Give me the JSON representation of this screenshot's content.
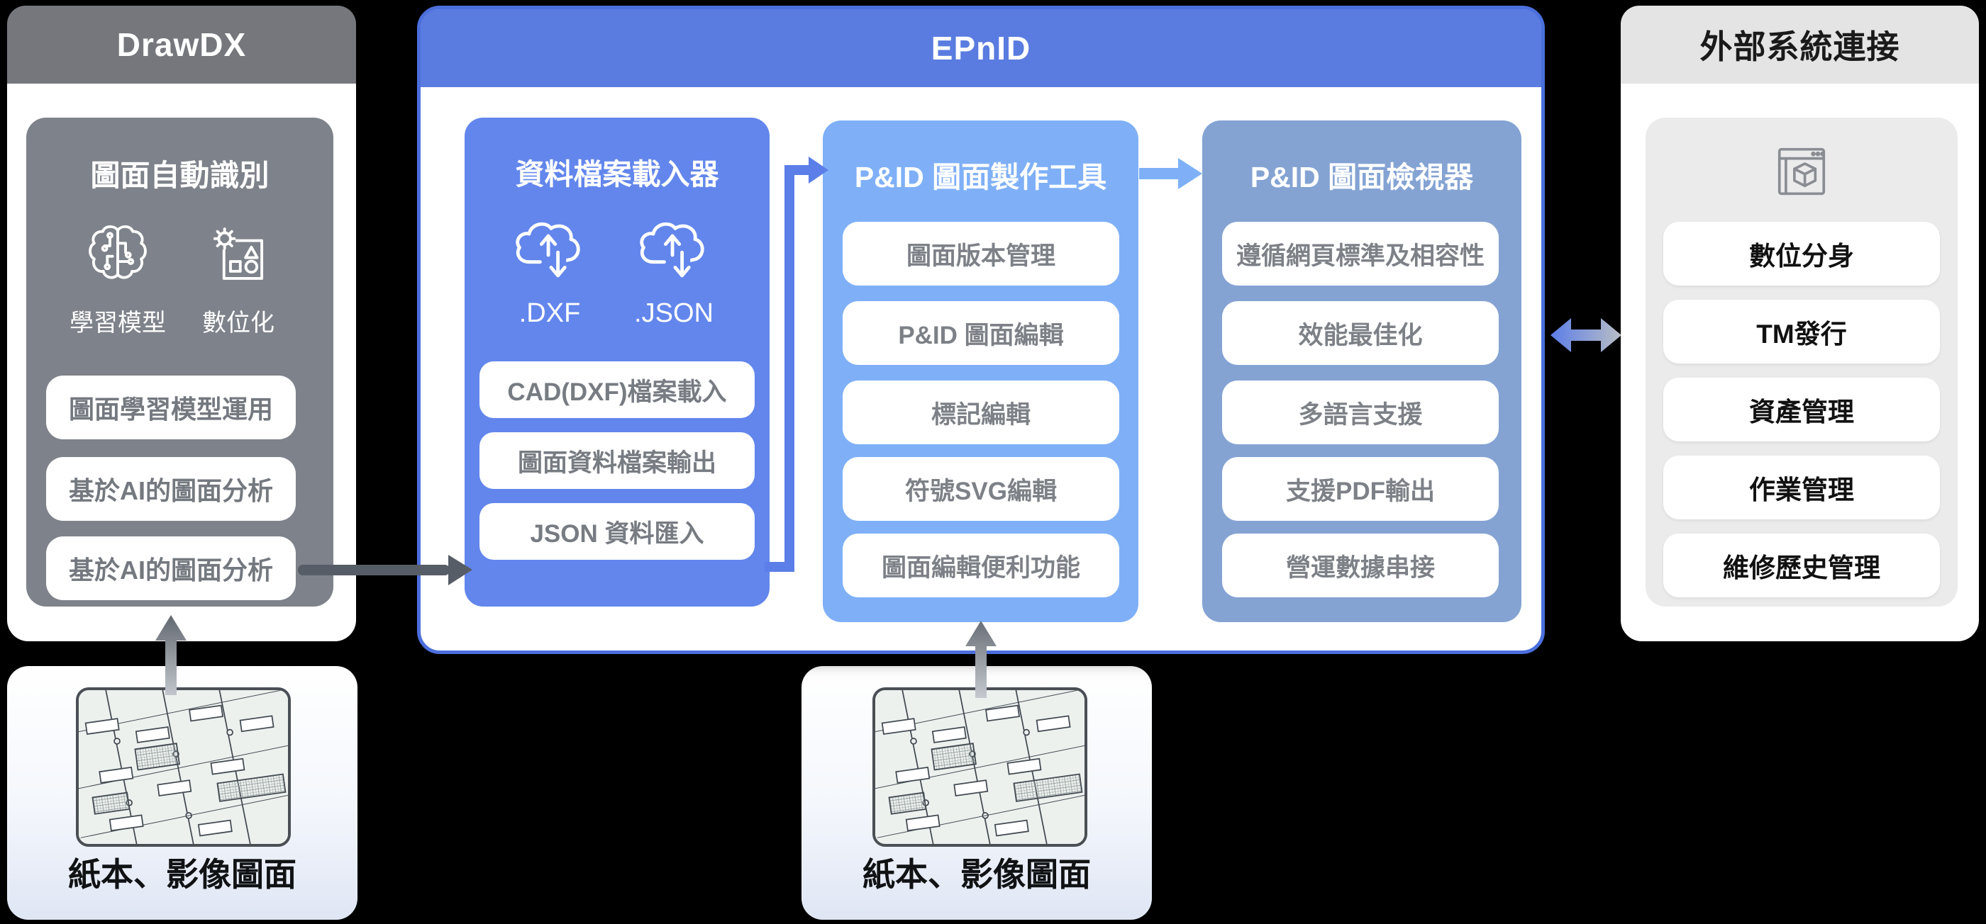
{
  "diagram": {
    "drawdx": {
      "title": "DrawDX",
      "module": {
        "title": "圖面自動識別",
        "icon_labels": [
          "學習模型",
          "數位化"
        ],
        "items": [
          "圖面學習模型運用",
          "基於AI的圖面分析",
          "基於AI的圖面分析"
        ]
      }
    },
    "epnid": {
      "title": "EPnID",
      "loader": {
        "title": "資料檔案載入器",
        "file_types": [
          ".DXF",
          ".JSON"
        ],
        "items": [
          "CAD(DXF)檔案載入",
          "圖面資料檔案輸出",
          "JSON 資料匯入"
        ]
      },
      "maker": {
        "title": "P&ID 圖面製作工具",
        "items": [
          "圖面版本管理",
          "P&ID 圖面編輯",
          "標記編輯",
          "符號SVG編輯",
          "圖面編輯便利功能"
        ]
      },
      "viewer": {
        "title": "P&ID 圖面檢視器",
        "items": [
          "遵循網頁標準及相容性",
          "效能最佳化",
          "多語言支援",
          "支援PDF輸出",
          "營運數據串接"
        ]
      }
    },
    "external": {
      "title": "外部系統連接",
      "items": [
        "數位分身",
        "TM發行",
        "資產管理",
        "作業管理",
        "維修歷史管理"
      ]
    },
    "sources": [
      {
        "label": "紙本、影像圖面"
      },
      {
        "label": "紙本、影像圖面"
      }
    ],
    "colors": {
      "drawdx_header": "#75777d",
      "drawdx_module": "#7e828a",
      "epnid_header": "#5a7ce0",
      "epnid_border": "#4b6fdc",
      "loader_fill": "#6286ec",
      "maker_fill": "#7fb0f7",
      "viewer_fill": "#84a3d3",
      "external_header": "#e4e4e5",
      "external_box": "#ebebec",
      "arrow_dark": "#575d66",
      "arrow_blue": "#5b7ee8"
    }
  }
}
